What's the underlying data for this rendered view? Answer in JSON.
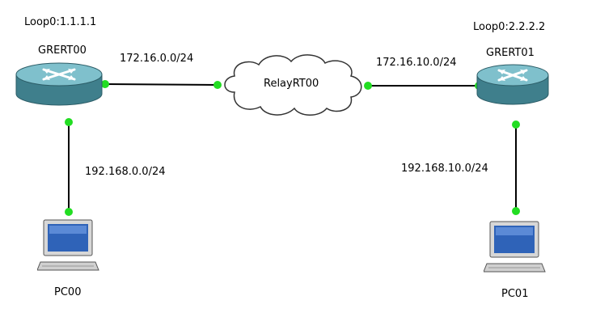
{
  "nodes": {
    "router_left": {
      "name": "GRERT00",
      "loopback": "Loop0:1.1.1.1"
    },
    "router_right": {
      "name": "GRERT01",
      "loopback": "Loop0:2.2.2.2"
    },
    "cloud": {
      "name": "RelayRT00"
    },
    "pc_left": {
      "name": "PC00"
    },
    "pc_right": {
      "name": "PC01"
    }
  },
  "networks": {
    "wan_left": "172.16.0.0/24",
    "wan_right": "172.16.10.0/24",
    "lan_left": "192.168.0.0/24",
    "lan_right": "192.168.10.0/24"
  },
  "colors": {
    "link_endpoint": "#22dd22",
    "router_body": "#4a8f9c",
    "router_top": "#7fc0cc",
    "cloud_fill": "#ffffff",
    "cloud_stroke": "#333333",
    "pc_screen": "#2f63b8"
  }
}
